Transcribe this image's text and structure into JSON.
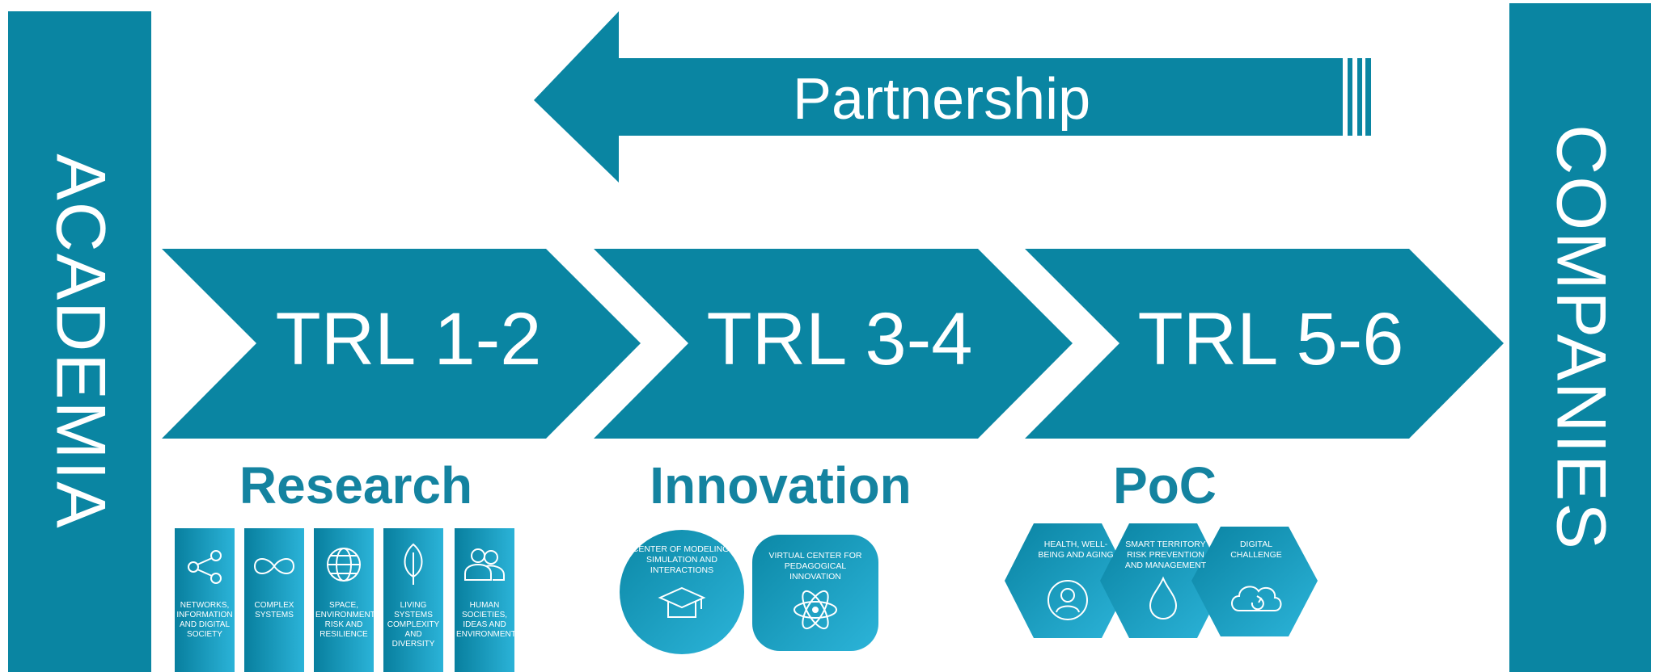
{
  "sides": {
    "left": "ACADEMIA",
    "right": "COMPANIES"
  },
  "partnership": {
    "label": "Partnership"
  },
  "stages": [
    {
      "label": "TRL 1-2",
      "heading": "Research"
    },
    {
      "label": "TRL 3-4",
      "heading": "Innovation"
    },
    {
      "label": "TRL 5-6",
      "heading": "PoC"
    }
  ],
  "research_cards": [
    {
      "icon": "network-share-icon",
      "label": "NETWORKS, INFORMATION AND DIGITAL SOCIETY"
    },
    {
      "icon": "infinity-icon",
      "label": "COMPLEX SYSTEMS"
    },
    {
      "icon": "globe-icon",
      "label": "SPACE, ENVIRONMENT, RISK AND RESILIENCE"
    },
    {
      "icon": "leaf-icon",
      "label": "LIVING SYSTEMS COMPLEXITY AND DIVERSITY"
    },
    {
      "icon": "people-icon",
      "label": "HUMAN SOCIETIES, IDEAS AND ENVIRONMENTS"
    }
  ],
  "innovation_items": [
    {
      "icon": "graduation-cap-icon",
      "label": "CENTER OF MODELING, SIMULATION AND INTERACTIONS"
    },
    {
      "icon": "atom-icon",
      "label": "VIRTUAL CENTER FOR PEDAGOGICAL INNOVATION"
    }
  ],
  "poc_items": [
    {
      "icon": "person-icon",
      "label": "HEALTH, WELL-BEING AND AGING"
    },
    {
      "icon": "drop-icon",
      "label": "SMART TERRITORY RISK PREVENTION AND MANAGEMENT"
    },
    {
      "icon": "cloud-refresh-icon",
      "label": "DIGITAL CHALLENGE"
    }
  ],
  "colors": {
    "primary": "#0a85a2",
    "heading": "#1483a0",
    "gradient_light": "#2bb3d8"
  }
}
